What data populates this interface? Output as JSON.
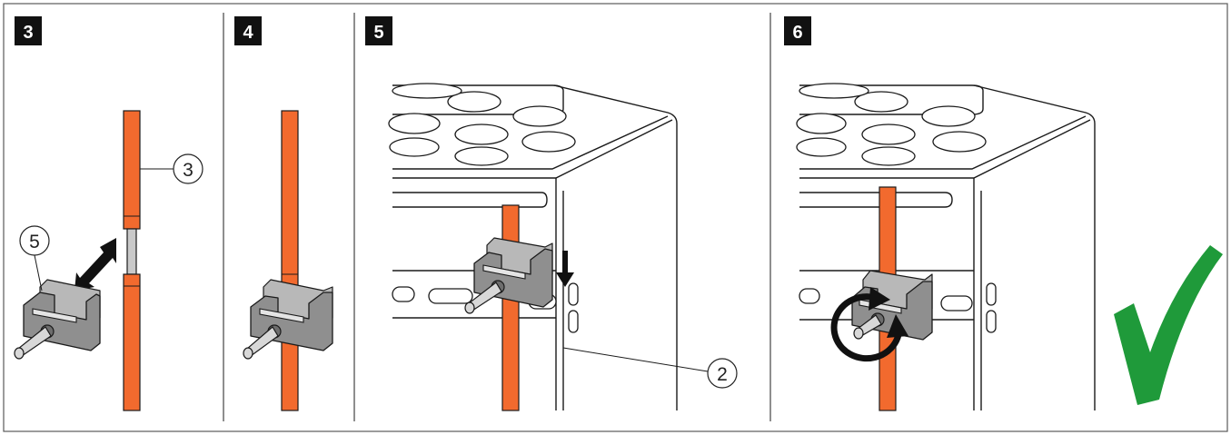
{
  "steps": [
    {
      "number": "3"
    },
    {
      "number": "4"
    },
    {
      "number": "5"
    },
    {
      "number": "6"
    }
  ],
  "callouts": {
    "rod": "3",
    "clamp": "5",
    "rail": "2"
  },
  "colors": {
    "rod": "#f26a2e",
    "clamp": "#8f8f8f",
    "check": "#1f9a3a",
    "label_bg": "#111111",
    "border": "#5a5a5a"
  },
  "icons": [
    "arrow-icon",
    "rotate-icon",
    "checkmark-icon"
  ]
}
